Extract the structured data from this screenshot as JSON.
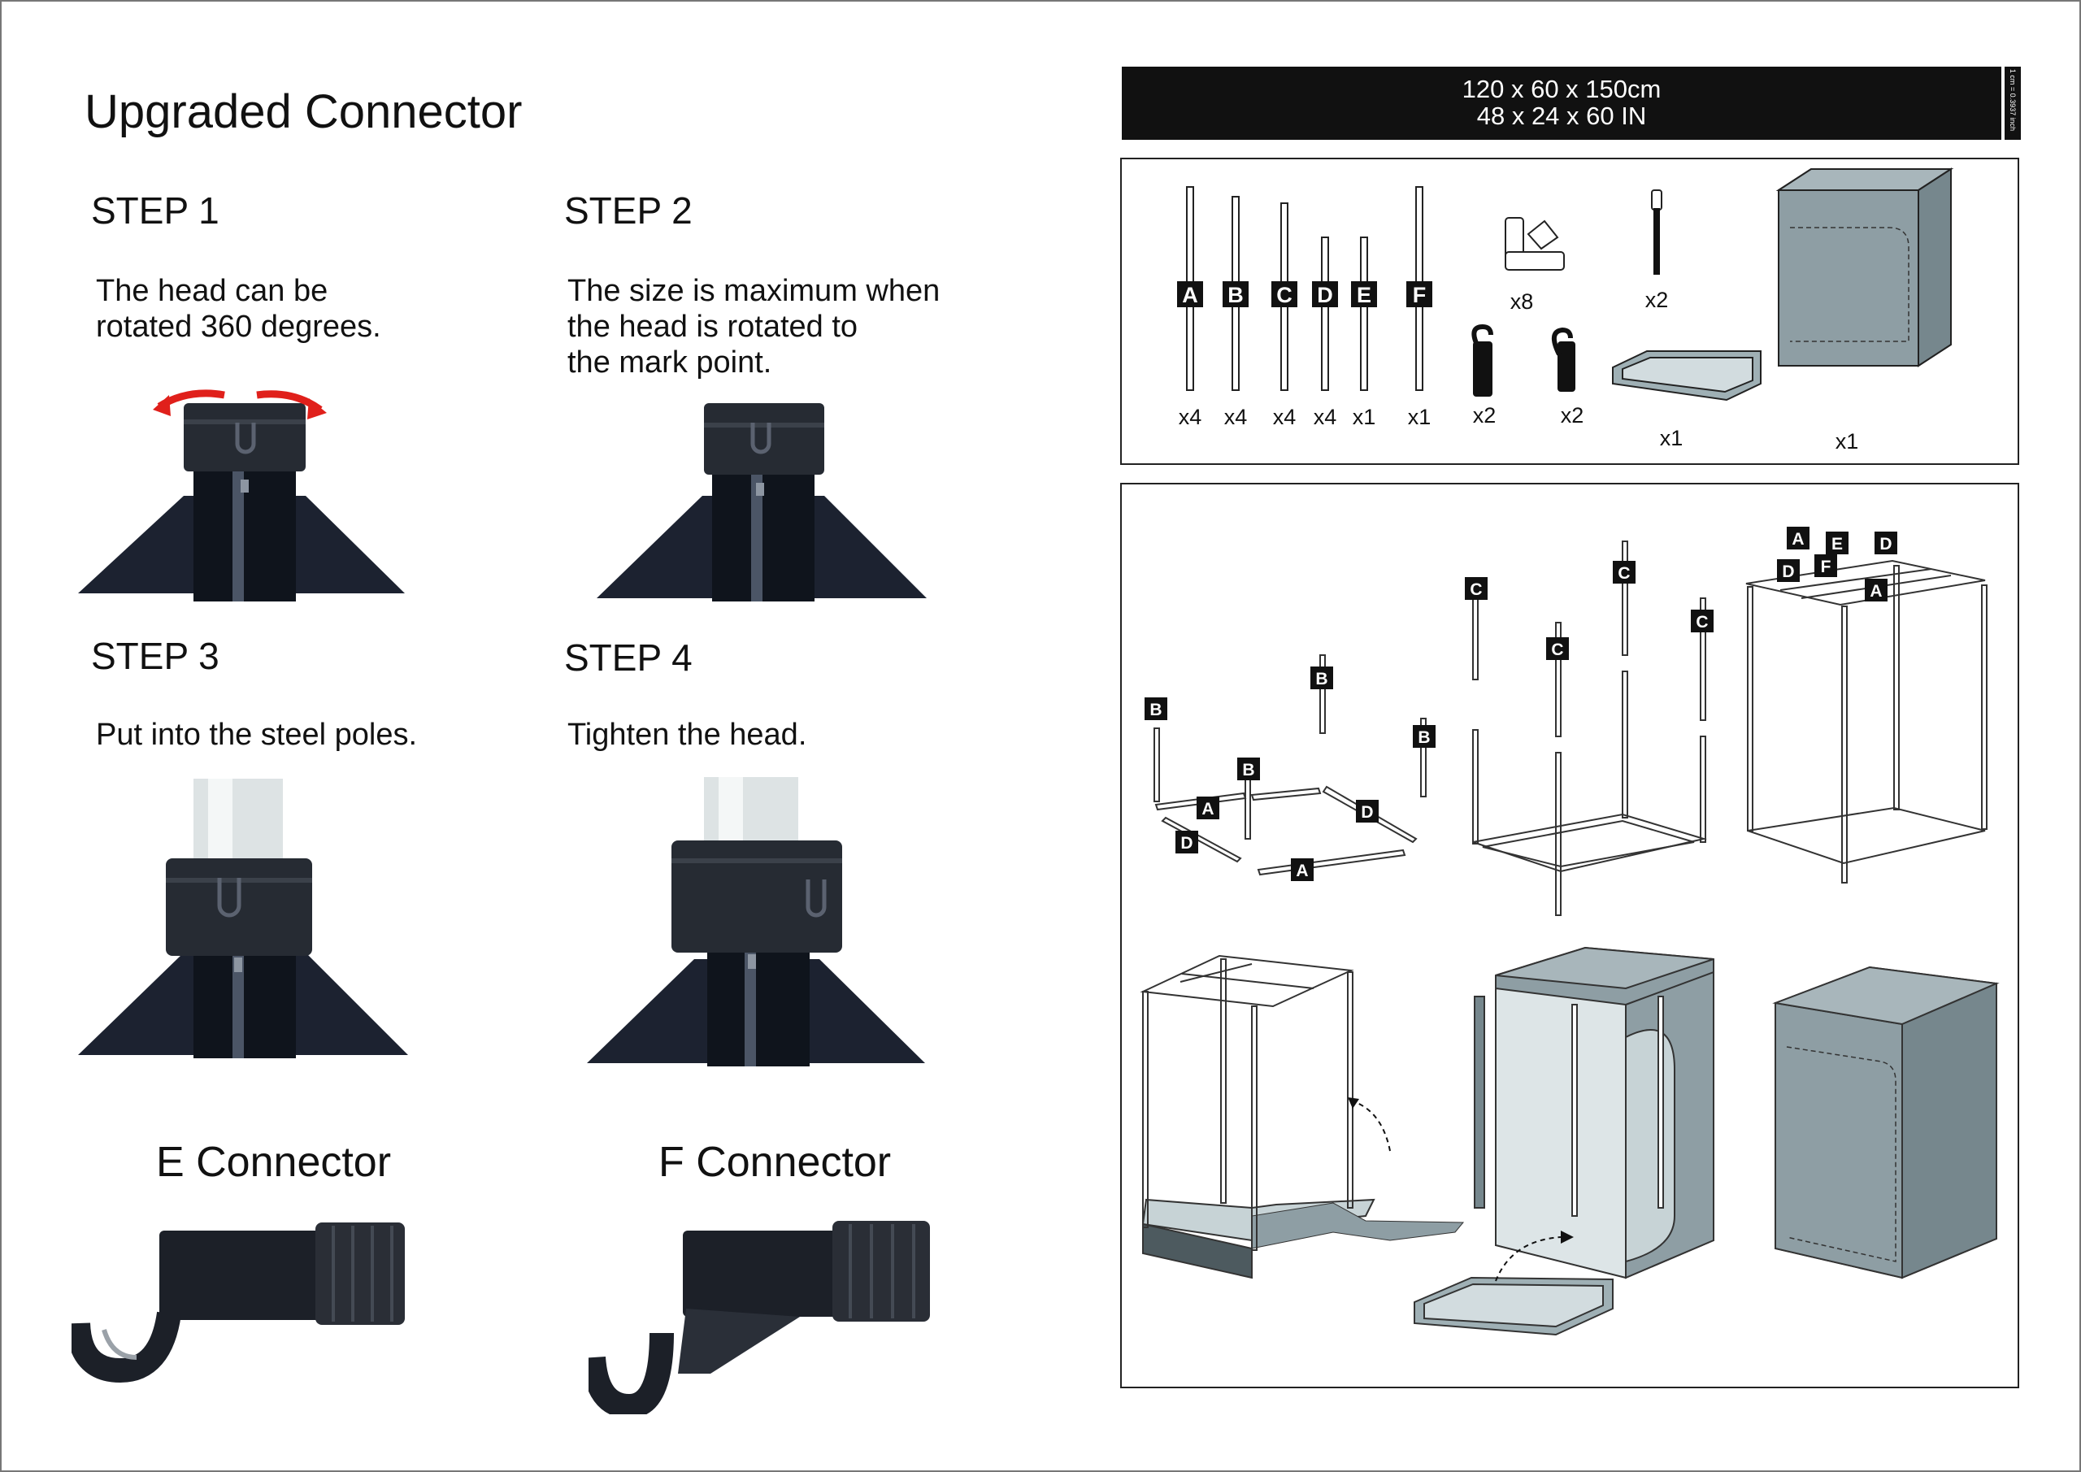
{
  "left_panel": {
    "title": "Upgraded Connector",
    "steps": [
      {
        "label": "STEP 1",
        "text": "The head can be\nrotated 360 degrees."
      },
      {
        "label": "STEP 2",
        "text": "The size is maximum when\nthe head is rotated to\nthe mark point."
      },
      {
        "label": "STEP 3",
        "text": "Put into the steel poles."
      },
      {
        "label": "STEP 4",
        "text": "Tighten the head."
      }
    ],
    "connectors": [
      {
        "title": "E Connector"
      },
      {
        "title": "F Connector"
      }
    ]
  },
  "banner": {
    "line1": "120 x 60 x 150cm",
    "line2": "48 x 24 x 60 IN",
    "side_note": "1 cm = 0.3937 inch"
  },
  "parts": {
    "poles": [
      {
        "letter": "A",
        "qty": "x4"
      },
      {
        "letter": "B",
        "qty": "x4"
      },
      {
        "letter": "C",
        "qty": "x4"
      },
      {
        "letter": "D",
        "qty": "x4"
      },
      {
        "letter": "E",
        "qty": "x1"
      },
      {
        "letter": "F",
        "qty": "x1"
      }
    ],
    "corner_qty": "x8",
    "strap_qty": "x2",
    "hook_e_qty": "x2",
    "hook_f_qty": "x2",
    "tray_qty": "x1",
    "tent_qty": "x1"
  },
  "assembly": {
    "stage1_labels": [
      "B",
      "B",
      "B",
      "B",
      "A",
      "D",
      "D",
      "A"
    ],
    "stage2_labels": [
      "C",
      "C",
      "C",
      "C"
    ],
    "stage3_labels": [
      "A",
      "E",
      "D",
      "D",
      "F",
      "A"
    ]
  },
  "colors": {
    "tent_front": "#8e9ea4",
    "tent_side": "#6f8086",
    "tent_top": "#a8b6bb",
    "banner": "#111111",
    "arrow": "#e0201b"
  }
}
